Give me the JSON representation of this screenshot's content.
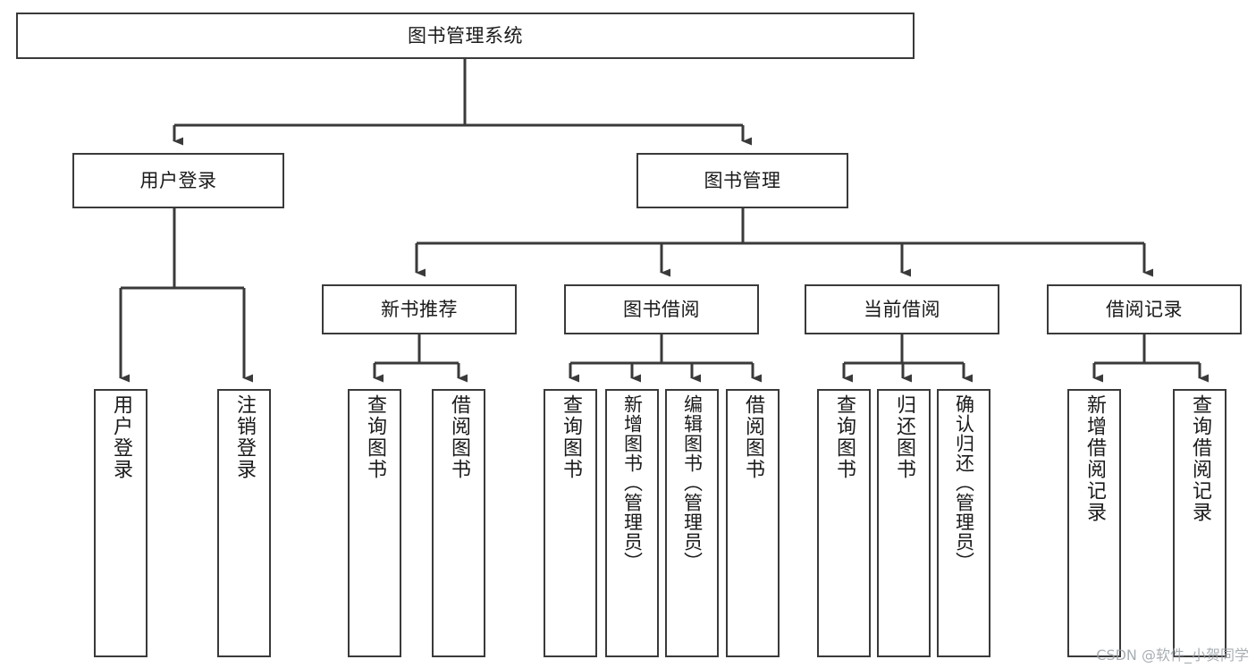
{
  "diagram": {
    "title": "图书管理系统",
    "type": "tree-hierarchy",
    "root": {
      "id": "root",
      "label": "图书管理系统"
    },
    "level2": [
      {
        "id": "user-login",
        "label": "用户登录"
      },
      {
        "id": "book-manage",
        "label": "图书管理"
      }
    ],
    "level3": [
      {
        "id": "new-book-rec",
        "label": "新书推荐",
        "parent": "book-manage"
      },
      {
        "id": "book-borrow",
        "label": "图书借阅",
        "parent": "book-manage"
      },
      {
        "id": "current-borrow",
        "label": "当前借阅",
        "parent": "book-manage"
      },
      {
        "id": "borrow-record",
        "label": "借阅记录",
        "parent": "book-manage"
      }
    ],
    "leaves": [
      {
        "id": "leaf-user-login",
        "label": "用户登录",
        "parent": "user-login"
      },
      {
        "id": "leaf-logout-login",
        "label": "注销登录",
        "parent": "user-login"
      },
      {
        "id": "leaf-query-book-1",
        "label": "查询图书",
        "parent": "new-book-rec"
      },
      {
        "id": "leaf-borrow-book-1",
        "label": "借阅图书",
        "parent": "new-book-rec"
      },
      {
        "id": "leaf-query-book-2",
        "label": "查询图书",
        "parent": "book-borrow"
      },
      {
        "id": "leaf-add-book",
        "label": "新增图书（管理员）",
        "parent": "book-borrow"
      },
      {
        "id": "leaf-edit-book",
        "label": "编辑图书（管理员）",
        "parent": "book-borrow"
      },
      {
        "id": "leaf-borrow-book-2",
        "label": "借阅图书",
        "parent": "book-borrow"
      },
      {
        "id": "leaf-query-book-3",
        "label": "查询图书",
        "parent": "current-borrow"
      },
      {
        "id": "leaf-return-book",
        "label": "归还图书",
        "parent": "current-borrow"
      },
      {
        "id": "leaf-confirm-return",
        "label": "确认归还（管理员）",
        "parent": "current-borrow"
      },
      {
        "id": "leaf-add-record",
        "label": "新增借阅记录",
        "parent": "borrow-record"
      },
      {
        "id": "leaf-query-record",
        "label": "查询借阅记录",
        "parent": "borrow-record"
      }
    ],
    "colors": {
      "box_border": "#3a3a3a",
      "box_fill": "#ffffff",
      "connector": "#3a3a3a",
      "text": "#1a1a1a",
      "background": "#ffffff",
      "watermark": "#9aa0a6"
    }
  },
  "watermark": {
    "text": "CSDN @软件_小贺同学"
  }
}
